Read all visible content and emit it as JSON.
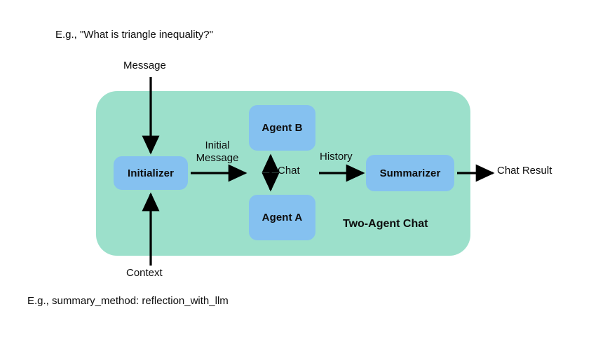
{
  "diagram": {
    "title_label": "Two-Agent Chat",
    "panel_color": "#9ce0cb",
    "node_color": "#85c1f0",
    "arrow_color": "#000000",
    "background_color": "#ffffff",
    "nodes": [
      {
        "id": "initializer",
        "label": "Initializer"
      },
      {
        "id": "agent-b",
        "label": "Agent B"
      },
      {
        "id": "agent-a",
        "label": "Agent A"
      },
      {
        "id": "summarizer",
        "label": "Summarizer"
      }
    ],
    "edge_labels": {
      "initial_message": "Initial Message",
      "chat": "Chat",
      "history": "History"
    },
    "inputs": {
      "message": "Message",
      "context": "Context",
      "message_example": "E.g., \"What is triangle inequality?\"",
      "context_example": "E.g., summary_method: reflection_with_llm"
    },
    "outputs": {
      "chat_result": "Chat Result"
    }
  }
}
